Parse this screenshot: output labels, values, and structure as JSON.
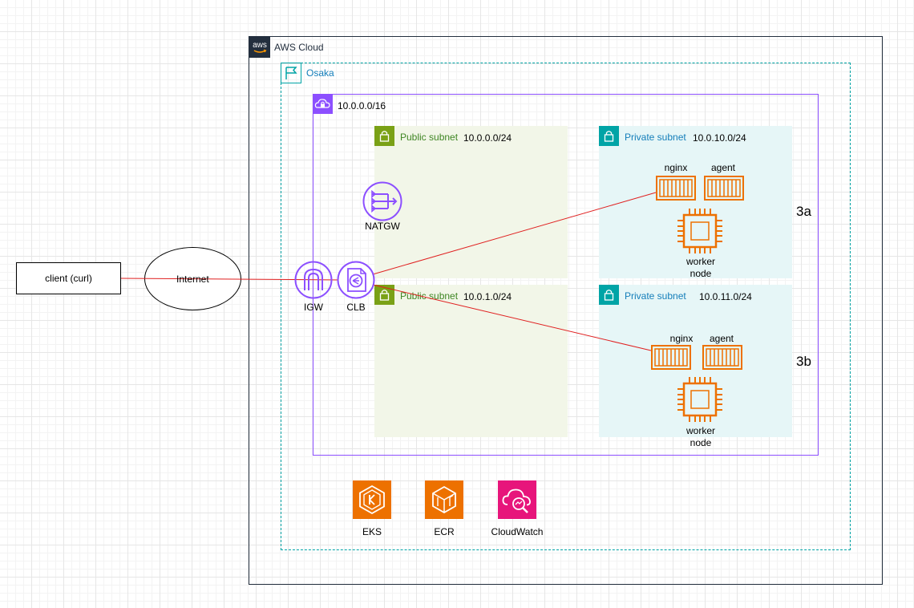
{
  "client": {
    "label": "client (curl)"
  },
  "internet": {
    "label": "Internet"
  },
  "aws_cloud": {
    "label": "AWS Cloud",
    "logo_text": "aws"
  },
  "region": {
    "label": "Osaka"
  },
  "vpc": {
    "cidr": "10.0.0.0/16"
  },
  "subnets": {
    "public_a": {
      "label": "Public subnet",
      "cidr": "10.0.0.0/24"
    },
    "public_b": {
      "label": "Public subnet",
      "cidr": "10.0.1.0/24"
    },
    "private_a": {
      "label": "Private subnet",
      "cidr": "10.0.10.0/24"
    },
    "private_b": {
      "label": "Private subnet",
      "cidr": "10.0.11.0/24"
    }
  },
  "az": {
    "a": "3a",
    "b": "3b"
  },
  "nodes": {
    "natgw": "NATGW",
    "igw": "IGW",
    "clb": "CLB",
    "nginx_a": "nginx",
    "agent_a": "agent",
    "worker_a_line1": "worker",
    "worker_a_line2": "node",
    "nginx_b": "nginx",
    "agent_b": "agent",
    "worker_b_line1": "worker",
    "worker_b_line2": "node"
  },
  "services": {
    "eks": "EKS",
    "ecr": "ECR",
    "cloudwatch": "CloudWatch"
  },
  "colors": {
    "squid_ink": "#232f3e",
    "region_teal": "#00a4a6",
    "vpc_purple": "#8c4fff",
    "public_green": "#7aa116",
    "private_teal": "#147eba",
    "container_orange": "#ed7100",
    "cloudwatch_pink": "#e7157b",
    "link_red": "#e02020"
  },
  "icons": {
    "aws_logo": "aws-logo-icon",
    "region_flag": "region-flag-icon",
    "vpc": "vpc-cloud-lock-icon",
    "subnet": "padlock-icon",
    "natgw": "nat-gateway-icon",
    "igw": "internet-gateway-icon",
    "clb": "classic-load-balancer-icon",
    "container": "container-icon",
    "ec2_instance": "ec2-instance-chip-icon",
    "eks": "eks-icon",
    "ecr": "ecr-icon",
    "cloudwatch": "cloudwatch-icon"
  }
}
